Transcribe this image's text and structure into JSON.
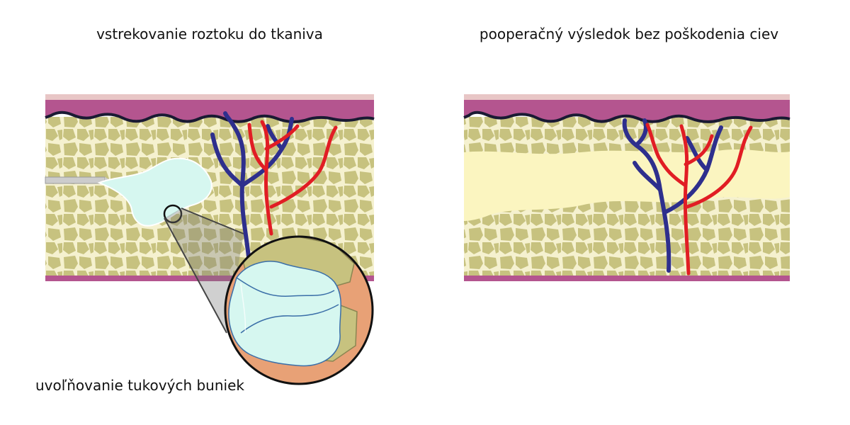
{
  "left_panel": {
    "title": "vstrekovanie roztoku do tkaniva",
    "zoom_caption": "uvoľňovanie tukových buniek"
  },
  "right_panel": {
    "title": "pooperačný výsledok bez poškodenia ciev"
  },
  "colors": {
    "epidermis": "#b4558f",
    "skin_top": "#e8c6c6",
    "skin_outline": "#1a1a33",
    "fat_tissue": "#c7c27f",
    "fat_cell_border": "#f5f1cf",
    "fat_bg_light": "#fbf5c0",
    "vein": "#2e2f8d",
    "artery": "#e11d24",
    "solution": "#d6f7f0",
    "zoom_outer": "#e8a176",
    "needle": "#cccccc"
  }
}
